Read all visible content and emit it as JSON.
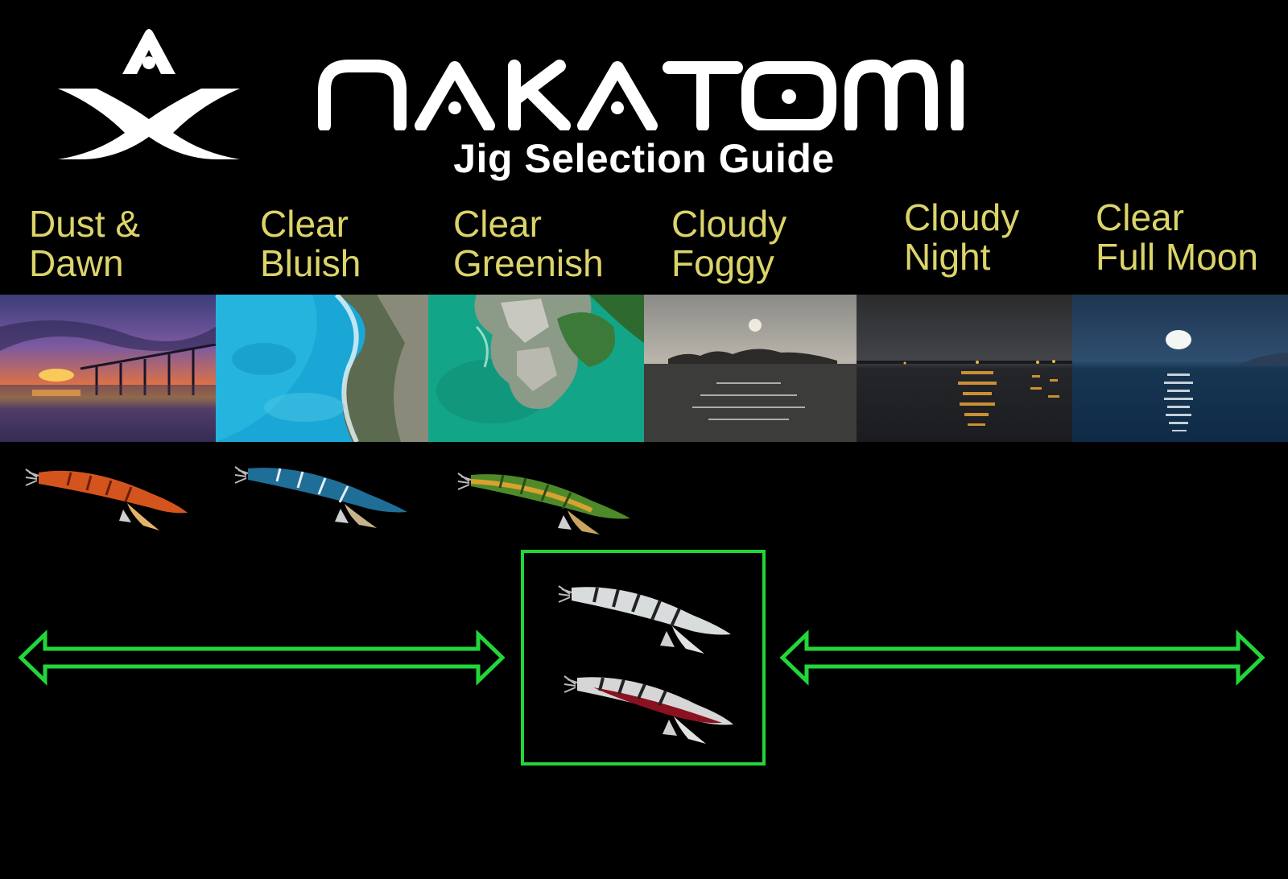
{
  "brand": {
    "wordmark": "NAKATOMI",
    "title": "Jig Selection Guide"
  },
  "colors": {
    "background": "#000000",
    "label": "#dcd46a",
    "accent_green": "#22d63a"
  },
  "conditions": [
    {
      "id": "dust-dawn",
      "label": "Dust &\nDawn"
    },
    {
      "id": "clear-bluish",
      "label": "Clear\nBluish"
    },
    {
      "id": "clear-greenish",
      "label": "Clear\nGreenish"
    },
    {
      "id": "cloudy-foggy",
      "label": "Cloudy\nFoggy"
    },
    {
      "id": "cloudy-night",
      "label": "Cloudy\nNight"
    },
    {
      "id": "clear-full-moon",
      "label": "Clear\nFull Moon"
    }
  ],
  "jigs": [
    {
      "condition": "dust-dawn",
      "color": "orange"
    },
    {
      "condition": "clear-bluish",
      "color": "blue"
    },
    {
      "condition": "clear-greenish",
      "color": "green"
    },
    {
      "condition": "all",
      "color": "white"
    },
    {
      "condition": "all",
      "color": "red"
    }
  ],
  "icons": [
    "nakatomi-logo-icon",
    "double-arrow-left-icon",
    "double-arrow-right-icon"
  ]
}
